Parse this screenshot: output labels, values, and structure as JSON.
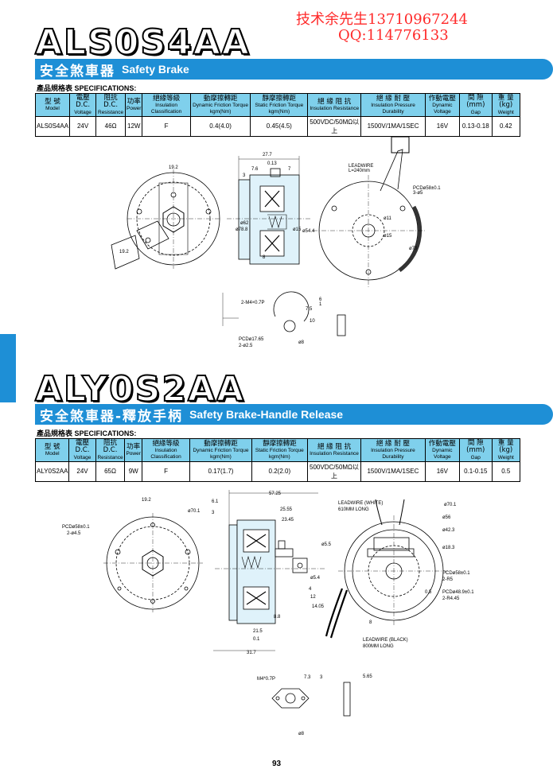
{
  "contact": {
    "line1": "技术余先生13710967244",
    "line2": "QQ:114776133"
  },
  "section1": {
    "model": "ALS0S4AA",
    "title_cjk": "安全煞車器",
    "title_en": "Safety Brake",
    "spec_caption": "產品規格表 SPECIFICATIONS:",
    "headers": [
      {
        "zh": "型 號",
        "en": "Model"
      },
      {
        "zh": "電壓D.C.",
        "en": "Voltage"
      },
      {
        "zh": "阻抗D.C.",
        "en": "Resistance"
      },
      {
        "zh": "功率",
        "en": "Power"
      },
      {
        "zh": "絕緣等級",
        "en": "Insulation Classification"
      },
      {
        "zh": "動摩擦轉距",
        "en": "Dynamic Friction Torque kgm(Nm)"
      },
      {
        "zh": "靜摩擦轉距",
        "en": "Static Friction Torque kgm(Nm)"
      },
      {
        "zh": "絕 緣 阻 抗",
        "en": "Insulation Resistance"
      },
      {
        "zh": "絕 緣 耐 壓",
        "en": "Insulation Pressure Durability"
      },
      {
        "zh": "作動電壓",
        "en": "Dynamic Voltage"
      },
      {
        "zh": "間 隙 (mm)",
        "en": "Gap"
      },
      {
        "zh": "重 量 (kg)",
        "en": "Weight"
      }
    ],
    "row": [
      "ALS0S4AA",
      "24V",
      "46Ω",
      "12W",
      "F",
      "0.4(4.0)",
      "0.45(4.5)",
      "500VDC/50MΩ以上",
      "1500V/1MA/1SEC",
      "16V",
      "0.13-0.18",
      "0.42"
    ]
  },
  "section2": {
    "model": "ALY0S2AA",
    "title_cjk": "安全煞車器-釋放手柄",
    "title_en": "Safety Brake-Handle Release",
    "spec_caption": "產品規格表 SPECIFICATIONS:",
    "headers": [
      {
        "zh": "型 號",
        "en": "Model"
      },
      {
        "zh": "電壓D.C.",
        "en": "Voltage"
      },
      {
        "zh": "阻抗D.C.",
        "en": "Resistance"
      },
      {
        "zh": "功率",
        "en": "Power"
      },
      {
        "zh": "絕緣等級",
        "en": "Insulation Classification"
      },
      {
        "zh": "動摩擦轉距",
        "en": "Dynamic Friction Torque kgm(Nm)"
      },
      {
        "zh": "靜摩擦轉距",
        "en": "Static Friction Torque kgm(Nm)"
      },
      {
        "zh": "絕 緣 阻 抗",
        "en": "Insulation Resistance"
      },
      {
        "zh": "絕 緣 耐 壓",
        "en": "Insulation Pressure Durability"
      },
      {
        "zh": "作動電壓",
        "en": "Dynamic Voltage"
      },
      {
        "zh": "間 隙 (mm)",
        "en": "Gap"
      },
      {
        "zh": "重 量 (kg)",
        "en": "Weight"
      }
    ],
    "row": [
      "ALY0S2AA",
      "24V",
      "65Ω",
      "9W",
      "F",
      "0.17(1.7)",
      "0.2(2.0)",
      "500VDC/50MΩ以上",
      "1500V/1MA/1SEC",
      "16V",
      "0.1-0.15",
      "0.5"
    ]
  },
  "drawing1": {
    "dims": [
      "19.2",
      "27.7",
      "7.6",
      "0.13",
      "7",
      "3",
      "LEADWIRE",
      "L=240mm",
      "PCDø58±0.1",
      "3-ø5",
      "ø78.8",
      "ø62",
      "ø15",
      "ø54.4",
      "ø11",
      "ø15",
      "ø70",
      "8",
      "19.2",
      "2-M4×0.7P",
      "7.5",
      "6",
      "1",
      "10",
      "PCDø17.65",
      "2-ø2.5",
      "ø8"
    ]
  },
  "drawing2": {
    "dims": [
      "19.2",
      "ø70.1",
      "PCDø58±0.1",
      "2-ø4.5",
      "6.1",
      "3",
      "57.25",
      "25.55",
      "23.45",
      "ø5.5",
      "ø5.4",
      "4",
      "12",
      "14.05",
      "8.8",
      "21.5",
      "0.1",
      "31.7",
      "LEADWIRE (WHITE)",
      "610MM LONG",
      "ø70.1",
      "ø56",
      "ø42.3",
      "ø18.3",
      "PCDø58±0.1",
      "2-R5",
      "PCDø48.9±0.1",
      "2-R4.45",
      "0.5",
      "8",
      "LEADWIRE (BLACK)",
      "800MM LONG",
      "M4*0.7P",
      "7.3",
      "3",
      "5.65",
      "ø8"
    ]
  },
  "page_number": "93",
  "colors": {
    "accent": "#1e8fd6",
    "table_header": "#7fd0ec",
    "contact": "#ff2a2a"
  }
}
